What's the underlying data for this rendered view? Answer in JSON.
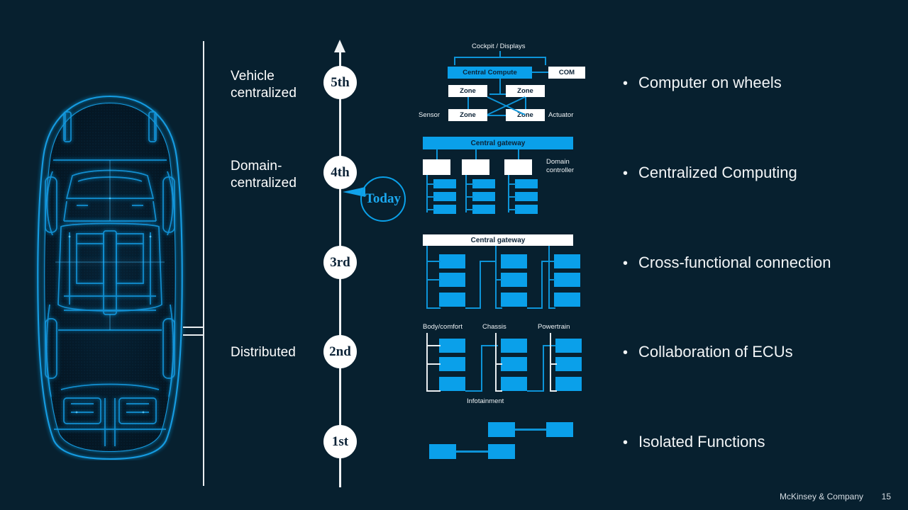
{
  "colors": {
    "background": "#07202f",
    "accent_blue": "#0aa0ea",
    "line_blue": "#0d94d8",
    "white": "#ffffff",
    "text_light": "#f2f5f7",
    "node_text": "#0b2236"
  },
  "stages": [
    {
      "id": "5th",
      "marker": "5th",
      "label": "Vehicle\ncentralized"
    },
    {
      "id": "4th",
      "marker": "4th",
      "label": "Domain-\ncentralized"
    },
    {
      "id": "3rd",
      "marker": "3rd",
      "label": ""
    },
    {
      "id": "2nd",
      "marker": "2nd",
      "label": "Distributed"
    },
    {
      "id": "1st",
      "marker": "1st",
      "label": ""
    }
  ],
  "callout": {
    "label": "Today"
  },
  "diagram_5th": {
    "top_label": "Cockpit / Displays",
    "central_compute": "Central Compute",
    "com": "COM",
    "zones": [
      "Zone",
      "Zone",
      "Zone",
      "Zone"
    ],
    "left_label": "Sensor",
    "right_label": "Actuator"
  },
  "diagram_4th": {
    "gateway": "Central gateway",
    "side_label": "Domain\ncontroller",
    "domain_controllers": 3,
    "ecus_per_domain": [
      3,
      3,
      3
    ]
  },
  "diagram_3rd": {
    "gateway": "Central gateway",
    "columns": 3,
    "ecus_per_column": [
      3,
      3,
      3
    ]
  },
  "diagram_2nd": {
    "labels_top": [
      "Body/comfort",
      "Chassis",
      "Powertrain"
    ],
    "label_bottom": "Infotainment",
    "columns": 3,
    "ecus_per_column": [
      3,
      3,
      3
    ]
  },
  "diagram_1st": {
    "nodes": 4
  },
  "bullets": [
    {
      "text": "Computer on wheels"
    },
    {
      "text": "Centralized Computing"
    },
    {
      "text": "Cross-functional connection"
    },
    {
      "text": "Collaboration of ECUs"
    },
    {
      "text": "Isolated Functions"
    }
  ],
  "bullet_marker": "•",
  "footer": {
    "brand": "McKinsey & Company",
    "page": "15"
  },
  "car_image": {
    "alt": "x-ray-top-view-car"
  }
}
